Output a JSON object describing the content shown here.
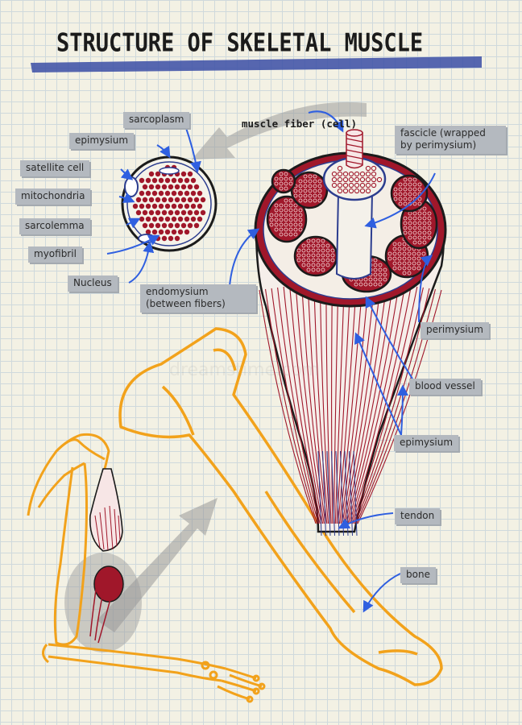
{
  "title": "STRUCTURE OF SKELETAL MUSCLE",
  "watermark": "dreamstime.com",
  "labels": {
    "sarcoplasm": "sarcoplasm",
    "epimysium_top": "epimysium",
    "satellite_cell": "satellite cell",
    "mitochondria": "mitochondria",
    "sarcolemma": "sarcolemma",
    "myofibril": "myofibril",
    "nucleus": "Nucleus",
    "muscle_fiber": "muscle fiber (cell)",
    "fascicle": "fascicle (wrapped by perimysium)",
    "endomysium": "endomysium (between fibers)",
    "perimysium": "perimysium",
    "blood_vessel": "blood vessel",
    "epimysium_bottom": "epimysium",
    "tendon": "tendon",
    "bone": "bone"
  },
  "colors": {
    "ink": "#1b1b1b",
    "muscle_red": "#a0172a",
    "fiber_blue": "#2c3d8f",
    "arrow_blue": "#2f5fe0",
    "bone_orange": "#f2a21b",
    "label_grey": "#b4b9bf",
    "shadow_grey": "#9a9a9a",
    "title_underline": "#3a4ea6"
  }
}
